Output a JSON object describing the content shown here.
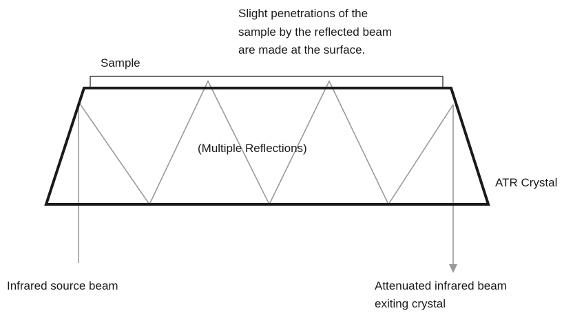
{
  "labels": {
    "surface_note_line1": "Slight penetrations of the",
    "surface_note_line2": "sample by the reflected beam",
    "surface_note_line3": "are made at the surface.",
    "sample": "Sample",
    "multiple_reflections": "(Multiple Reflections)",
    "atr_crystal": "ATR Crystal",
    "source_beam": "Infrared source beam",
    "exit_beam_line1": "Attenuated infrared beam",
    "exit_beam_line2": "exiting crystal"
  },
  "colors": {
    "crystal_outline": "#1a1a1a",
    "beam": "#9a9a9a",
    "bracket": "#1a1a1a",
    "text": "#1a1a1a"
  }
}
